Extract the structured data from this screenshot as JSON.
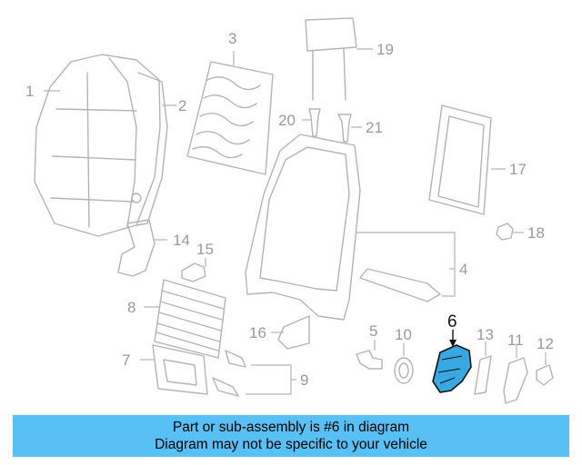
{
  "diagram": {
    "callouts": [
      "1",
      "2",
      "3",
      "4",
      "5",
      "6",
      "7",
      "8",
      "9",
      "10",
      "11",
      "12",
      "13",
      "14",
      "15",
      "16",
      "17",
      "18",
      "19",
      "20",
      "21"
    ],
    "highlighted_part": "6",
    "highlight_color": "#3aa8e0"
  },
  "banner": {
    "line1": "Part or sub-assembly is #6 in diagram",
    "line2": "Diagram may not be specific to your vehicle",
    "background": "#58c0f4"
  }
}
